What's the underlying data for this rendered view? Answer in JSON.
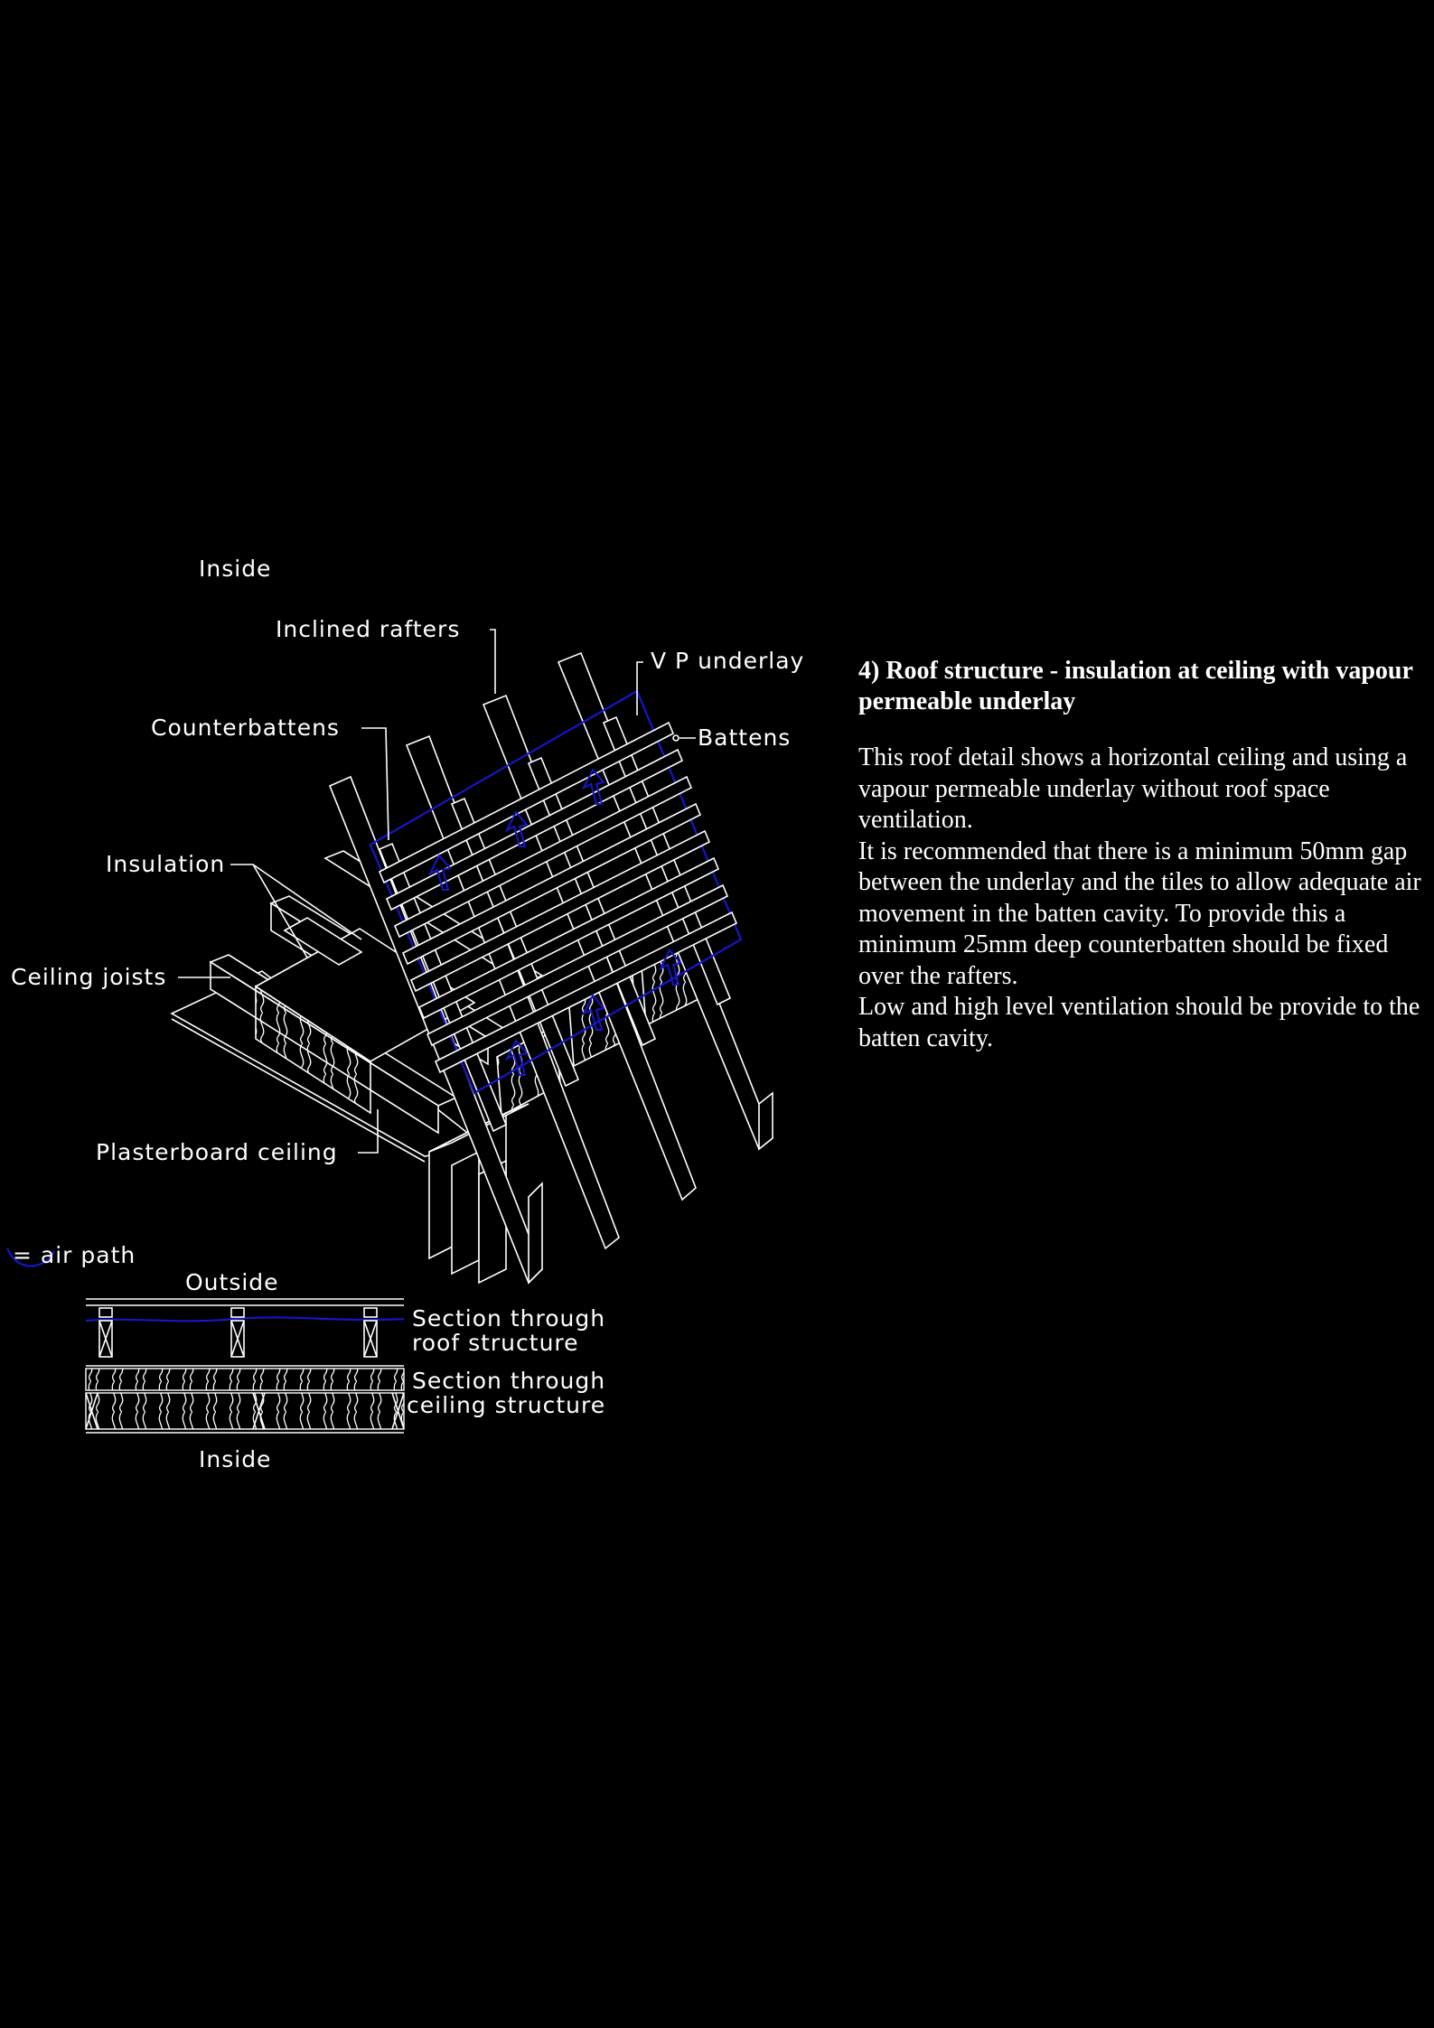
{
  "labels": {
    "inside_top": "Inside",
    "inclined_rafters": "Inclined rafters",
    "vp_underlay": "V P underlay",
    "battens": "Battens",
    "counterbattens": "Counterbattens",
    "insulation": "Insulation",
    "ceiling_joists": "Ceiling joists",
    "plasterboard_ceiling": "Plasterboard ceiling",
    "air_path": "= air path",
    "outside": "Outside",
    "section_roof_1": "Section through",
    "section_roof_2": "roof structure",
    "section_ceiling_1": "Section through",
    "section_ceiling_2": "ceiling structure",
    "inside_bottom": "Inside"
  },
  "notes": {
    "title": "4) Roof structure - insulation at ceiling with vapour permeable underlay",
    "paragraphs": [
      "This roof detail shows a horizontal ceiling and using a vapour permeable underlay without roof space ventilation.",
      "It is recommended that there is a minimum 50mm gap between the underlay and the tiles to allow adequate air movement in the batten cavity.  To provide this a minimum 25mm deep counterbatten should be fixed over the rafters.",
      "Low and high level ventilation should be provide to the batten cavity."
    ]
  },
  "colors": {
    "background": "#000000",
    "linework": "#ffffff",
    "air_path": "#1616c8"
  }
}
